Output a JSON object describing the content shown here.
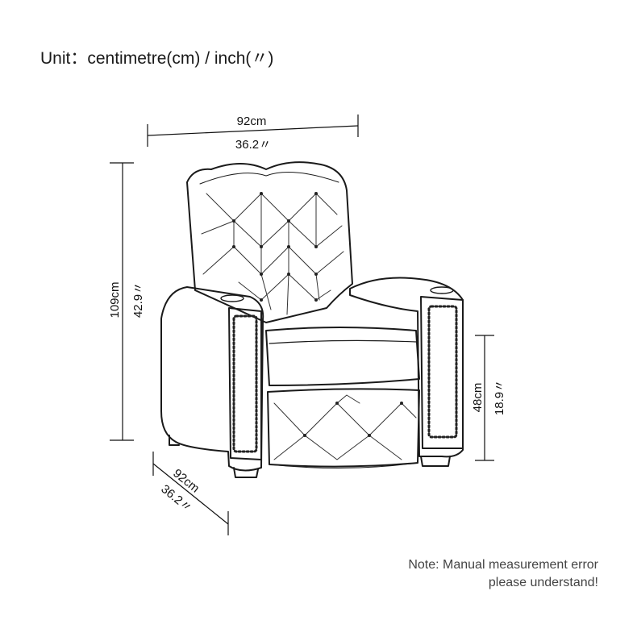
{
  "unit_label": "Unit：centimetre(cm) / inch(〃)",
  "dimensions": {
    "width": {
      "cm": "92cm",
      "inch": "36.2〃"
    },
    "height": {
      "cm": "109cm",
      "inch": "42.9〃"
    },
    "seat_height": {
      "cm": "48cm",
      "inch": "18.9〃"
    },
    "depth": {
      "cm": "92cm",
      "inch": "36.2〃"
    }
  },
  "note": {
    "line1": "Note: Manual measurement error",
    "line2": "please understand!"
  },
  "illustration": {
    "subject": "tufted-recliner-chair"
  }
}
